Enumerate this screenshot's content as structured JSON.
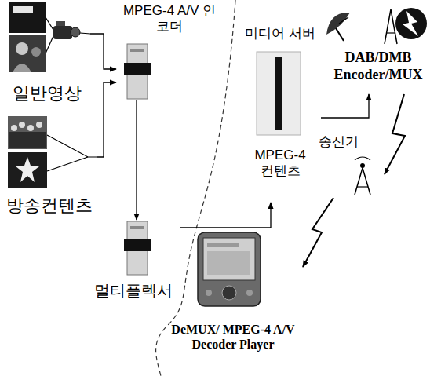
{
  "diagram": {
    "nodes": [
      {
        "text": [
          "일반영상"
        ]
      },
      {
        "text": [
          "방송컨텐츠"
        ]
      },
      {
        "text": [
          "MPEG-4 A/V 인코더"
        ]
      },
      {
        "text": [
          "멀티플렉서"
        ]
      },
      {
        "text": [
          "미디어 서버",
          "MPEG-4 컨텐츠"
        ]
      },
      {
        "text": [
          "DAB/DMB Encoder/MUX"
        ]
      },
      {
        "text": [
          "송신기"
        ]
      },
      {
        "text": [
          "DeMUX/ MPEG-4 A/V Decoder Player"
        ]
      }
    ],
    "edges": [
      {
        "from": 0,
        "to": 2,
        "arrow": "to"
      },
      {
        "from": 1,
        "to": 2,
        "arrow": "to"
      },
      {
        "from": 2,
        "to": 3,
        "arrow": "to"
      },
      {
        "from": 3,
        "to": 4,
        "arrow": "to"
      },
      {
        "from": 4,
        "to": 5,
        "arrow": "to"
      },
      {
        "from": 5,
        "to": 6,
        "arrow": "to"
      },
      {
        "from": 6,
        "to": 7,
        "arrow": "to"
      }
    ]
  }
}
